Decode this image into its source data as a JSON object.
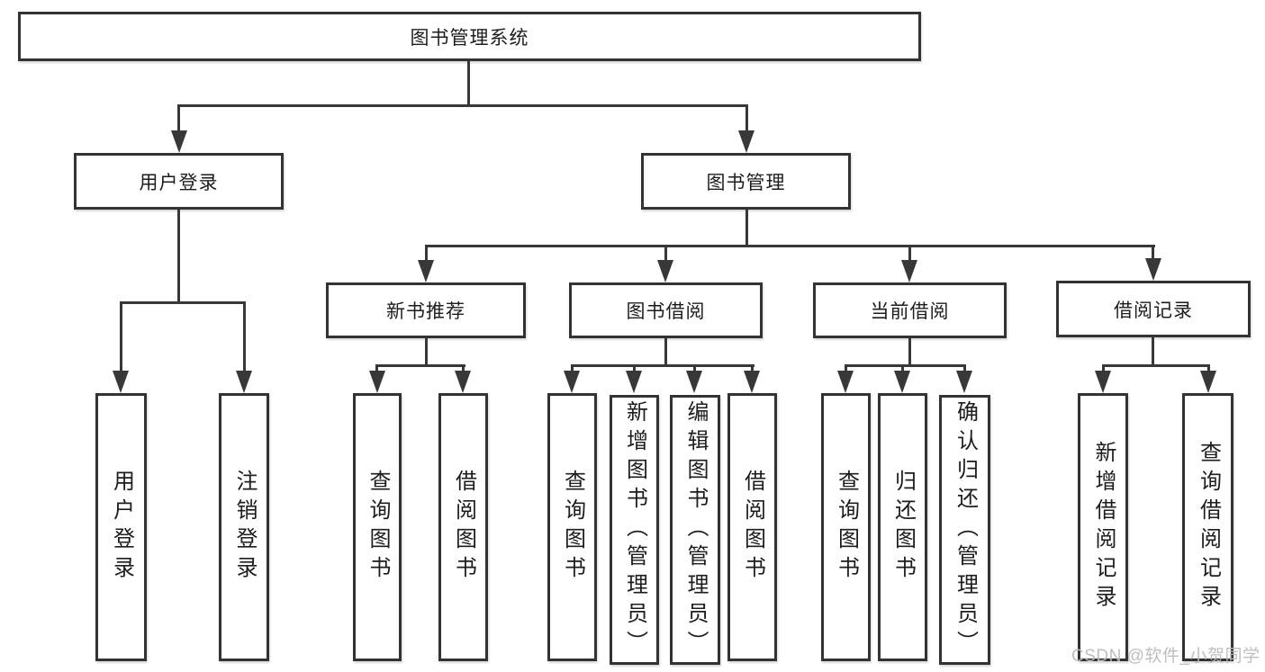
{
  "tree": {
    "root": "图书管理系统",
    "children": [
      {
        "label": "用户登录",
        "children": [
          "用户登录",
          "注销登录"
        ]
      },
      {
        "label": "图书管理",
        "children": [
          {
            "label": "新书推荐",
            "children": [
              "查询图书",
              "借阅图书"
            ]
          },
          {
            "label": "图书借阅",
            "children": [
              "查询图书",
              "新增图书（管理员）",
              "编辑图书（管理员）",
              "借阅图书"
            ]
          },
          {
            "label": "当前借阅",
            "children": [
              "查询图书",
              "归还图书",
              "确认归还（管理员）"
            ]
          },
          {
            "label": "借阅记录",
            "children": [
              "新增借阅记录",
              "查询借阅记录"
            ]
          }
        ]
      }
    ]
  },
  "watermark": "CSDN @软件_小贺同学",
  "colors": {
    "background": "#ffffff",
    "box_border": "#333333",
    "connector": "#383838",
    "text": "#1d1d1d",
    "watermark": "#bababa"
  }
}
